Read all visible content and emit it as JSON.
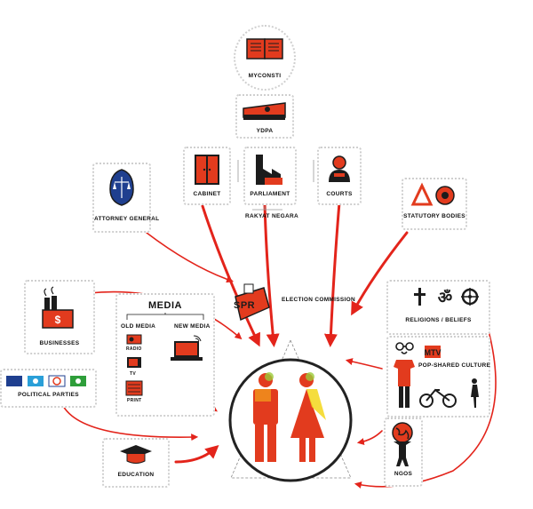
{
  "colors": {
    "accent": "#e23b1e",
    "dark": "#1c1c1c",
    "arrow": "#e3241b",
    "border": "#cfcfcf",
    "blue": "#1f3f8f",
    "yellow": "#f3d71b",
    "green": "#9ccc3a"
  },
  "nodes": {
    "myconsti": "MYCONSTI",
    "ydpa": "YDPA",
    "cabinet": "CABINET",
    "parliament": "PARLIAMENT",
    "rakyat": "RAKYAT",
    "negara": "NEGARA",
    "courts": "COURTS",
    "attorney_general": "ATTORNEY GENERAL",
    "statutory_bodies": "STATUTORY BODIES",
    "election_commission": "ELECTION COMMISSION",
    "spr": "SPR",
    "businesses": "BUSINESSES",
    "media_title": "MEDIA",
    "old_media": "OLD MEDIA",
    "new_media": "NEW MEDIA",
    "radio": "RADIO",
    "tv": "TV",
    "print": "PRINT",
    "political_parties": "POLITICAL PARTIES",
    "education": "EDUCATION",
    "religions_beliefs": "RELIGIONS / BELIEFS",
    "pop_culture": "POP-SHARED CULTURE",
    "ngos": "NGOS",
    "mtv": "MTV"
  },
  "icons": [
    "book-icon",
    "throne-icon",
    "door-icon",
    "factory-icon",
    "judge-icon",
    "scales-shield-icon",
    "statutory-icons",
    "ballot-box-icon",
    "business-icon",
    "radio-icon",
    "tv-icon",
    "newspaper-icon",
    "laptop-icon",
    "party-logos",
    "graduation-cap-icon",
    "religion-symbols",
    "pop-culture-icons",
    "globe-person-icon",
    "man-woman-icon"
  ]
}
